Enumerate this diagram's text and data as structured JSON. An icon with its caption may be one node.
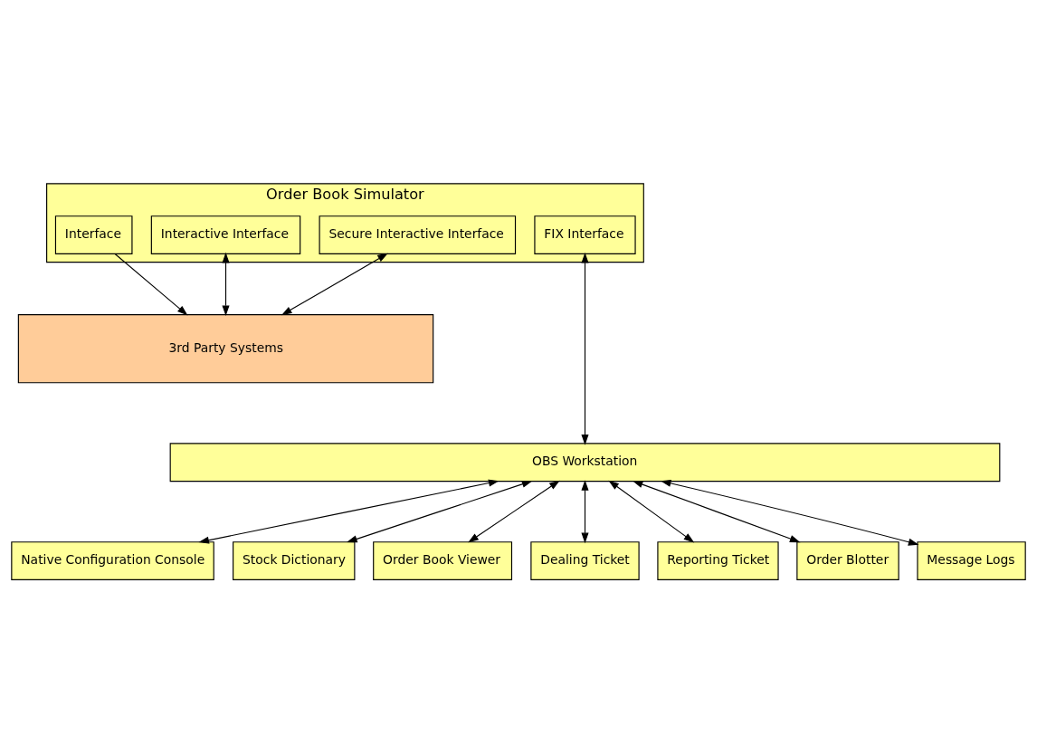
{
  "diagram": {
    "nodes": [
      {
        "text": [
          "Order Book Simulator"
        ]
      },
      {
        "text": [
          "Interface"
        ],
        "in": 0
      },
      {
        "text": [
          "Interactive Interface"
        ],
        "in": 0
      },
      {
        "text": [
          "Secure Interactive Interface"
        ],
        "in": 0
      },
      {
        "text": [
          "FIX Interface"
        ],
        "in": 0
      },
      {
        "text": [
          "3rd Party Systems"
        ]
      },
      {
        "text": [
          "OBS Workstation"
        ]
      },
      {
        "text": [
          "Native Configuration Console"
        ]
      },
      {
        "text": [
          "Stock Dictionary"
        ]
      },
      {
        "text": [
          "Order Book Viewer"
        ]
      },
      {
        "text": [
          "Dealing Ticket"
        ]
      },
      {
        "text": [
          "Reporting Ticket"
        ]
      },
      {
        "text": [
          "Order Blotter"
        ]
      },
      {
        "text": [
          "Message Logs"
        ]
      }
    ],
    "edges": [
      {
        "from": 1,
        "to": 5,
        "arrow": "to"
      },
      {
        "from": 2,
        "to": 5,
        "arrow": "both"
      },
      {
        "from": 3,
        "to": 5,
        "arrow": "both"
      },
      {
        "from": 4,
        "to": 6,
        "arrow": "both"
      },
      {
        "from": 6,
        "to": 7,
        "arrow": "both"
      },
      {
        "from": 6,
        "to": 8,
        "arrow": "both"
      },
      {
        "from": 6,
        "to": 9,
        "arrow": "both"
      },
      {
        "from": 6,
        "to": 10,
        "arrow": "both"
      },
      {
        "from": 6,
        "to": 11,
        "arrow": "both"
      },
      {
        "from": 6,
        "to": 12,
        "arrow": "both"
      },
      {
        "from": 6,
        "to": 13,
        "arrow": "both"
      }
    ]
  }
}
